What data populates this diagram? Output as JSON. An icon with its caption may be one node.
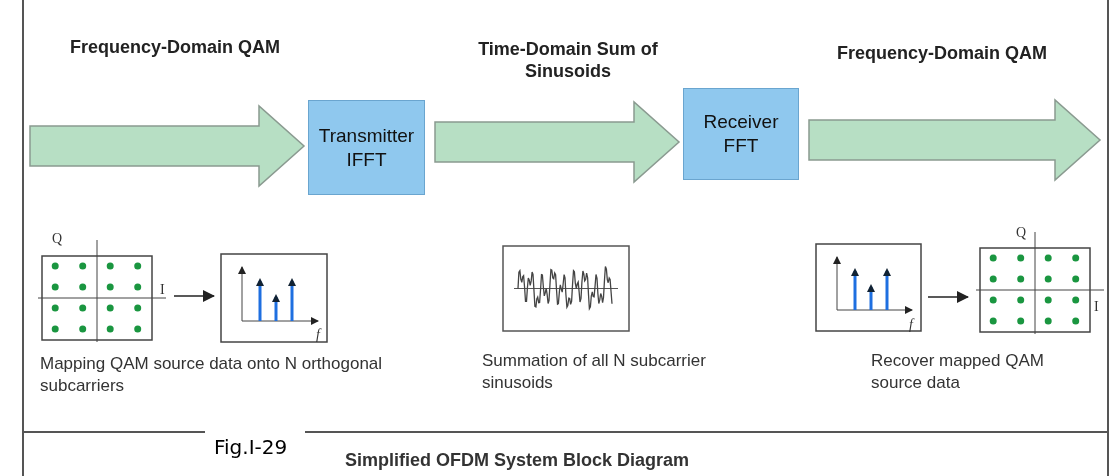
{
  "diagram": {
    "caption": "Simplified OFDM System Block Diagram",
    "nodes": [
      {
        "text": [
          "Transmitter",
          "IFFT"
        ]
      },
      {
        "text": [
          "Receiver",
          "FFT"
        ]
      },
      {
        "text": [],
        "shape": "picture"
      },
      {
        "text": [],
        "shape": "picture"
      },
      {
        "text": [],
        "shape": "picture"
      },
      {
        "text": [],
        "shape": "picture"
      },
      {
        "text": [],
        "shape": "picture"
      }
    ],
    "edges": [
      {
        "from": null,
        "to": 0,
        "arrow": "to",
        "label": "Frequency-Domain QAM"
      },
      {
        "from": 0,
        "to": 1,
        "arrow": "to",
        "label": "Time-Domain Sum of Sinusoids"
      },
      {
        "from": 1,
        "to": null,
        "arrow": "to",
        "label": "Frequency-Domain QAM"
      },
      {
        "from": 2,
        "to": 3,
        "arrow": "to"
      },
      {
        "from": 5,
        "to": 6,
        "arrow": "to"
      }
    ],
    "labels": [
      "Q",
      "I",
      "f",
      "Mapping QAM source data onto N orthogonal subcarriers",
      "Summation of all N subcarrier sinusoids",
      "f",
      "Q",
      "I",
      "Recover mapped QAM source data",
      "Fig.I-29"
    ]
  }
}
